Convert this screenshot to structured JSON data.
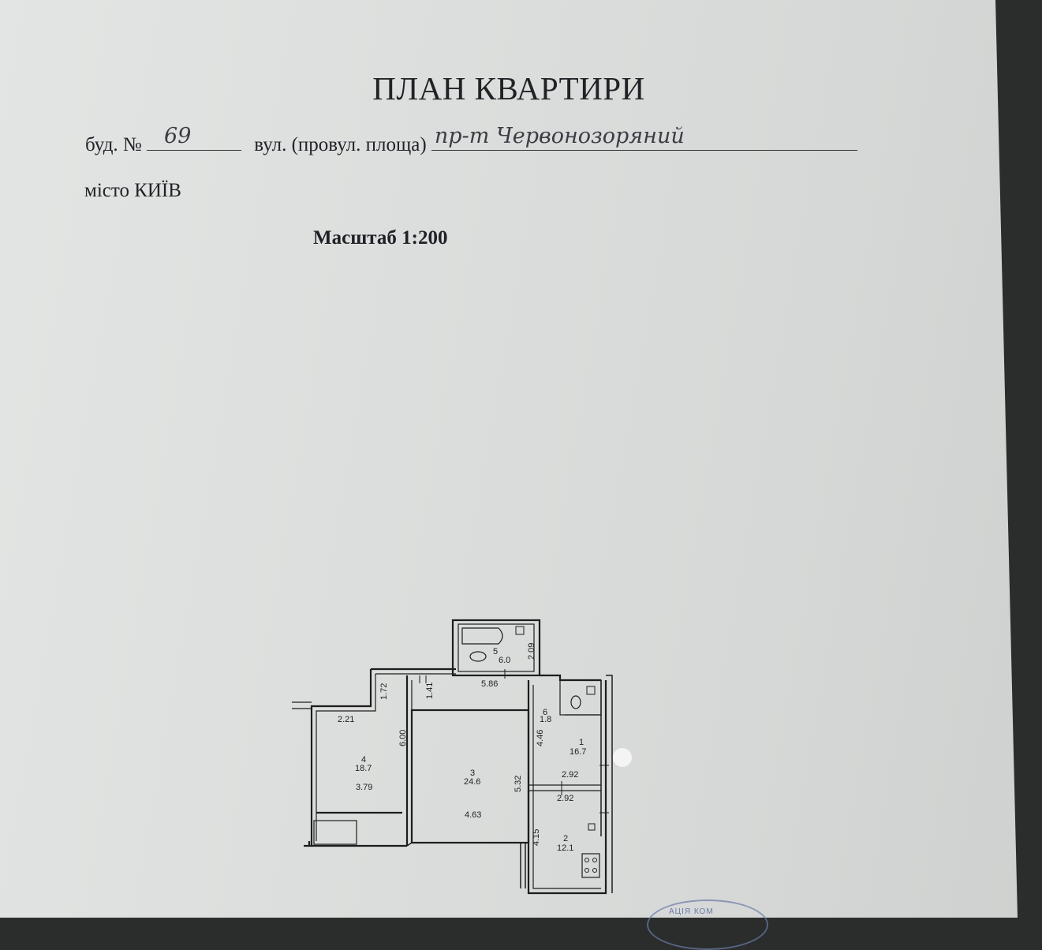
{
  "document": {
    "title": "ПЛАН КВАРТИРИ",
    "building_label": "буд. №",
    "building_number": "69",
    "street_label": "вул. (провул. площа)",
    "street_value": "пр-т Червонозоряний",
    "city": "місто КИЇВ",
    "scale": "Масштаб 1:200"
  },
  "plan": {
    "rooms": [
      {
        "number": "5",
        "area": "6.0"
      },
      {
        "number": "6",
        "area": "1.8"
      },
      {
        "number": "1",
        "area": "16.7"
      },
      {
        "number": "4",
        "area": "18.7"
      },
      {
        "number": "3",
        "area": "24.6"
      },
      {
        "number": "2",
        "area": "12.1"
      }
    ],
    "dimensions": {
      "d_209": "2.09",
      "d_172": "1.72",
      "d_141": "1.41",
      "d_586": "5.86",
      "d_221": "2.21",
      "d_600": "6.00",
      "d_446": "4.46",
      "d_379": "3.79",
      "d_532": "5.32",
      "d_292a": "2.92",
      "d_292b": "2.92",
      "d_463": "4.63",
      "d_415": "4.15"
    }
  },
  "stamp": {
    "text": "АЦІЯ КОМ"
  }
}
